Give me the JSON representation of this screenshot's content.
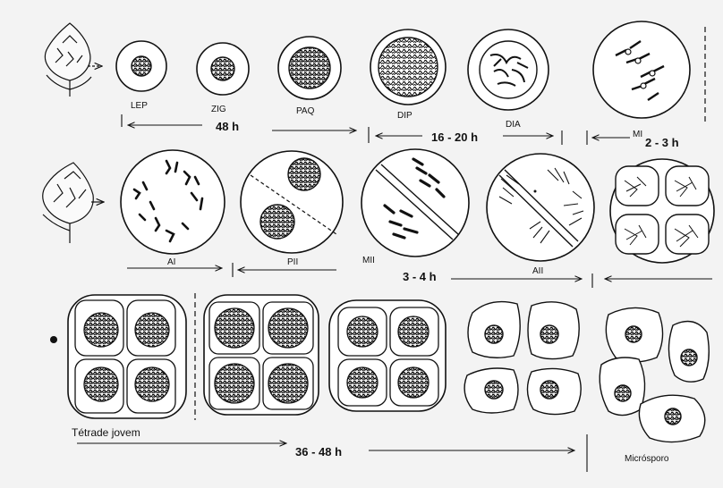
{
  "stage_labels": {
    "lep": "LEP",
    "zig": "ZIG",
    "paq": "PAQ",
    "dip": "DIP",
    "dia": "DIA",
    "mi": "MI",
    "ai": "AI",
    "pii": "PII",
    "mii": "MII",
    "aii": "AII",
    "tetrade": "Tétrade jovem",
    "microsporo": "Micrósporo"
  },
  "durations": {
    "d48": "48 h",
    "d16_20": "16 - 20 h",
    "d2_3": "2 - 3 h",
    "d3_4": "3 - 4 h",
    "d36_48": "36 - 48 h"
  },
  "colors": {
    "ink": "#111111",
    "background": "#f3f3f3"
  }
}
